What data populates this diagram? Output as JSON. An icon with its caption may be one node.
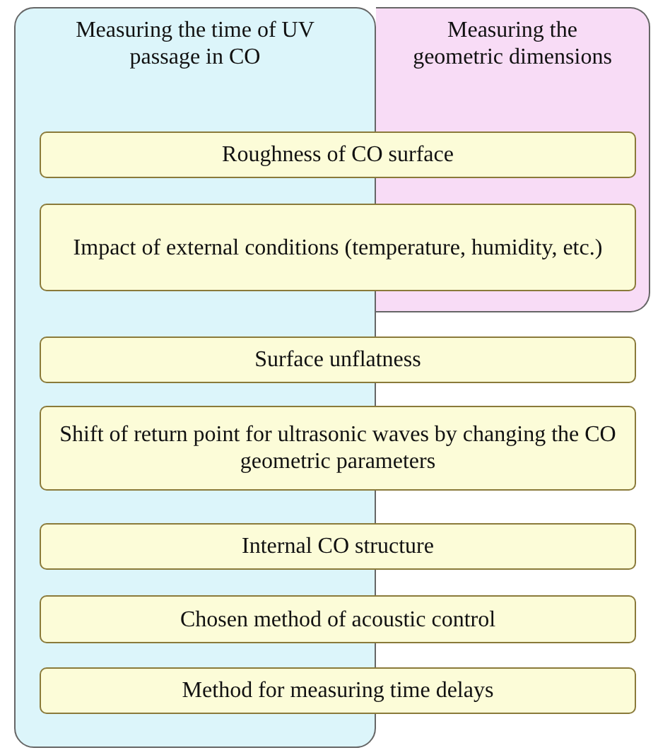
{
  "diagram": {
    "nodes": [
      {
        "text": [
          "Measuring the time of UV passage in CO"
        ]
      },
      {
        "text": [
          "Measuring the geometric dimensions"
        ]
      },
      {
        "text": [
          "Roughness of CO surface"
        ]
      },
      {
        "text": [
          "Impact of external conditions (temperature, humidity, etc.)"
        ]
      },
      {
        "text": [
          "Surface unflatness"
        ]
      },
      {
        "text": [
          "Shift of return point for ultrasonic waves by changing the CO geometric parameters"
        ]
      },
      {
        "text": [
          "Internal CO structure"
        ]
      },
      {
        "text": [
          "Chosen method of acoustic control"
        ]
      },
      {
        "text": [
          "Method for measuring time delays"
        ]
      }
    ]
  }
}
